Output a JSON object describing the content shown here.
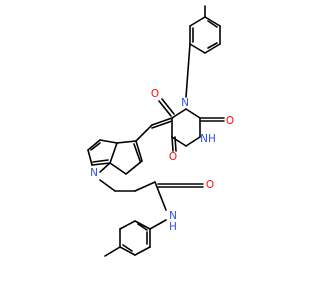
{
  "molecule": {
    "colors": {
      "bond": "#000000",
      "oxygen": "#ff0d0d",
      "nitrogen": "#3050f8",
      "background": "#ffffff"
    },
    "atoms": [
      {
        "id": "O_a",
        "label": "O",
        "color": "oxygen"
      },
      {
        "id": "N_a",
        "label": "N",
        "color": "nitrogen"
      },
      {
        "id": "O_b",
        "label": "O",
        "color": "oxygen"
      },
      {
        "id": "NH_a",
        "label": "NH",
        "color": "nitrogen"
      },
      {
        "id": "O_c",
        "label": "O",
        "color": "oxygen"
      },
      {
        "id": "N_b",
        "label": "N",
        "color": "nitrogen"
      },
      {
        "id": "O_d",
        "label": "O",
        "color": "oxygen"
      },
      {
        "id": "N_c",
        "label": "N",
        "color": "nitrogen"
      },
      {
        "id": "H_c",
        "label": "H",
        "color": "nitrogen"
      }
    ]
  }
}
